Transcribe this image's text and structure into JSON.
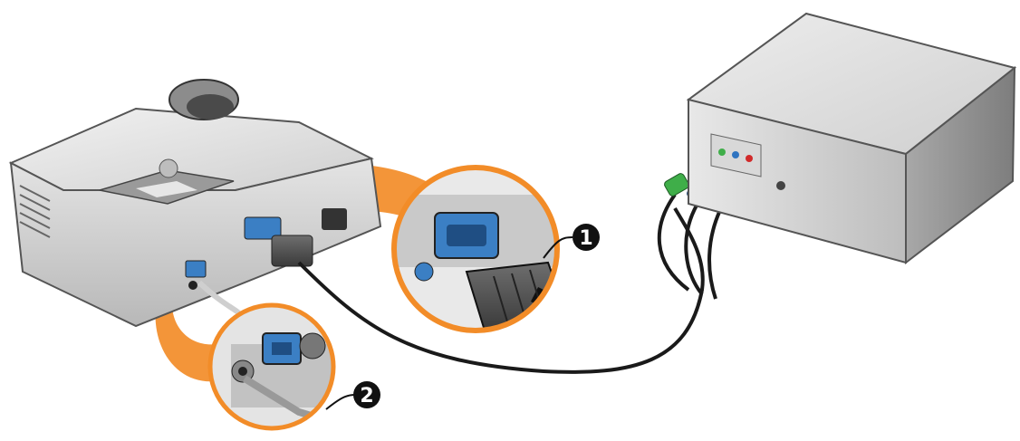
{
  "callouts": [
    {
      "label": "1"
    },
    {
      "label": "2"
    }
  ],
  "colors": {
    "accent_orange": "#f28c28",
    "device_gray": "#d9d9d9",
    "port_blue": "#3b7fc4",
    "plug_green": "#3fae49",
    "plug_blue": "#2f74c0",
    "plug_red": "#d12a2a",
    "cable_black": "#1a1a1a"
  },
  "icons": [
    "projector-device",
    "video-source-box",
    "vga-cable",
    "audio-cable",
    "component-video-cable"
  ]
}
